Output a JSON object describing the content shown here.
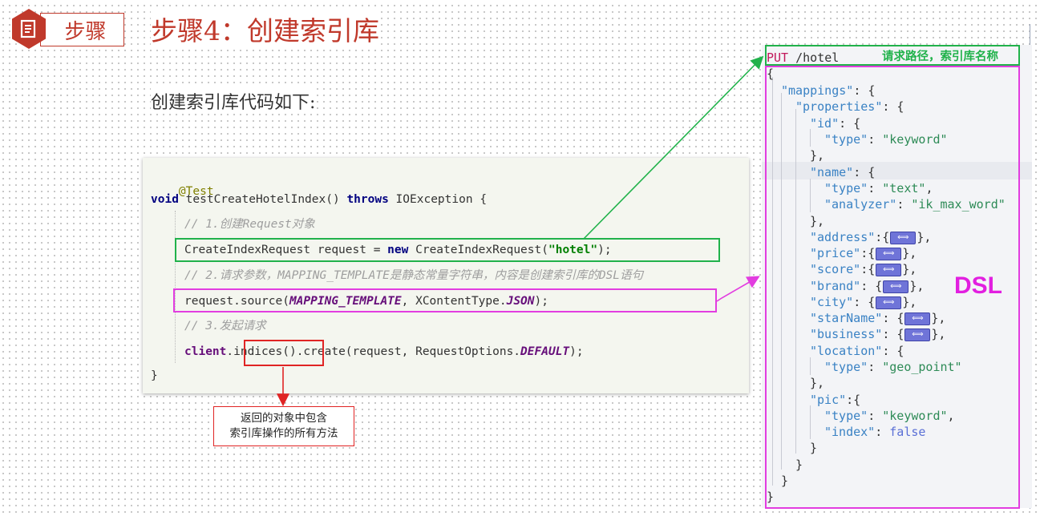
{
  "header": {
    "badge_label": "步骤",
    "badge_icon": "document-icon",
    "title": "步骤4：创建索引库",
    "subtitle": "创建索引库代码如下:"
  },
  "java_code": {
    "annotation": "@Test",
    "method_kw_void": "void",
    "method_sig": " testCreateHotelIndex() ",
    "kw_throws": "throws",
    "method_tail": " IOException {",
    "comment1": "// 1.创建Request对象",
    "line_create_a": "CreateIndexRequest request = ",
    "kw_new": "new",
    "line_create_b": " CreateIndexRequest(",
    "str_hotel": "\"hotel\"",
    "line_create_c": ");",
    "comment2": "// 2.请求参数，MAPPING_TEMPLATE是静态常量字符串，内容是创建索引库的DSL语句",
    "line_source_a": "request.source(",
    "const_mapping": "MAPPING_TEMPLATE",
    "line_source_b": ", XContentType.",
    "const_json": "JSON",
    "line_source_c": ");",
    "comment3": "// 3.发起请求",
    "fld_client": "client",
    "line_client_a": ".indices().create(request, RequestOptions.",
    "const_default": "DEFAULT",
    "line_client_b": ");",
    "closing": "}"
  },
  "note": {
    "line1": "返回的对象中包含",
    "line2": "索引库操作的所有方法"
  },
  "dsl": {
    "request_line_verb": "PUT",
    "request_line_path": " /hotel",
    "green_label": "请求路径，索引库名称",
    "big_label": "DSL",
    "open_brace": "{",
    "mappings_key": "\"mappings\"",
    "properties_key": "\"properties\"",
    "id_key": "\"id\"",
    "type_key": "\"type\"",
    "analyzer_key": "\"analyzer\"",
    "keyword_val": "\"keyword\"",
    "text_val": "\"text\"",
    "ik_val": "\"ik_max_word\"",
    "name_key": "\"name\"",
    "address_key": "\"address\"",
    "price_key": "\"price\"",
    "score_key": "\"score\"",
    "brand_key": "\"brand\"",
    "city_key": "\"city\"",
    "starName_key": "\"starName\"",
    "business_key": "\"business\"",
    "location_key": "\"location\"",
    "geo_val": "\"geo_point\"",
    "pic_key": "\"pic\"",
    "index_key": "\"index\"",
    "false_val": "false",
    "fold_glyph": "⟺"
  },
  "colors": {
    "accent_red": "#c0392b",
    "highlight_green": "#21b24b",
    "highlight_magenta": "#e23de0",
    "highlight_red": "#e02424"
  }
}
